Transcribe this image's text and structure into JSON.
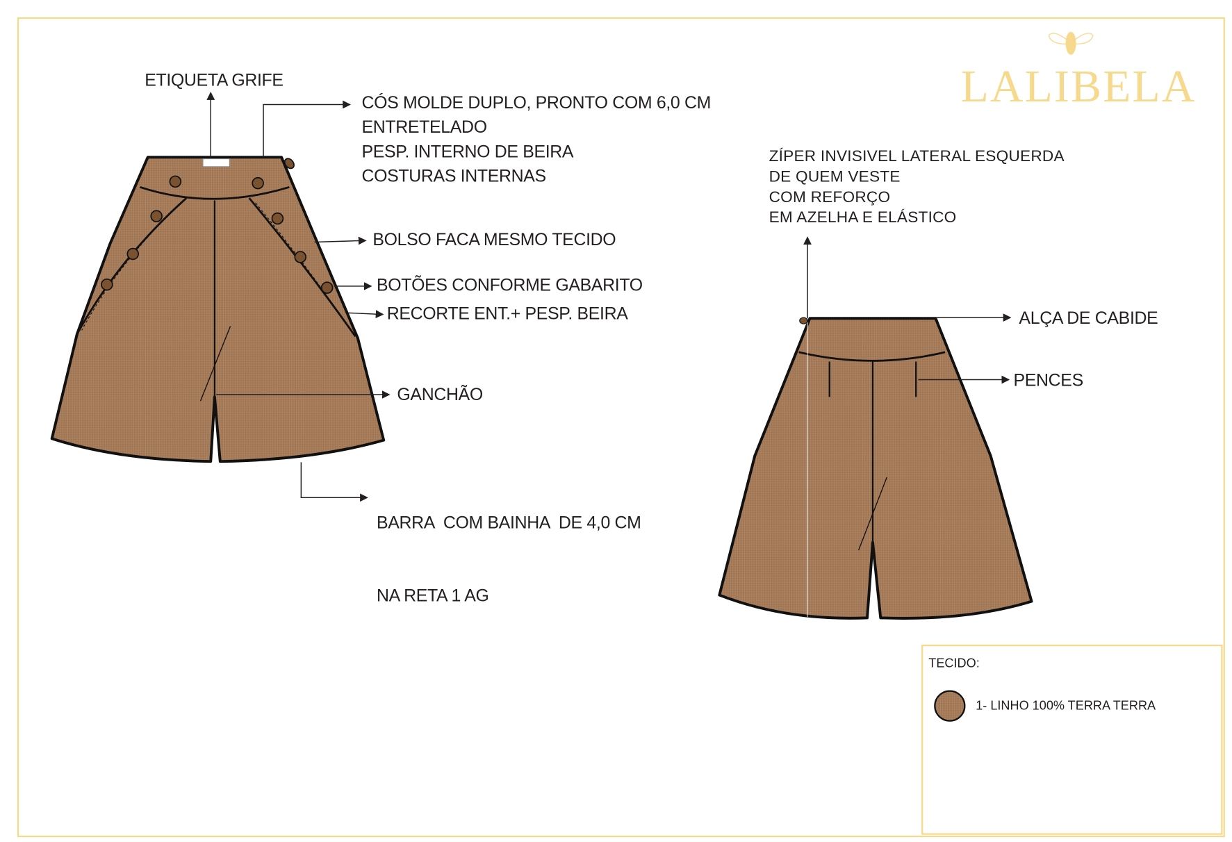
{
  "brand": {
    "name": "LALIBELA",
    "icon": "bee-icon"
  },
  "front_labels": {
    "etiqueta": "ETIQUETA GRIFE",
    "cos": [
      "CÓS MOLDE DUPLO, PRONTO COM 6,0 CM",
      "ENTRETELADO",
      "PESP. INTERNO DE BEIRA",
      "COSTURAS INTERNAS"
    ],
    "bolso": "BOLSO FACA MESMO TECIDO",
    "botoes": "BOTÕES CONFORME GABARITO",
    "recorte": "RECORTE ENT.+ PESP. BEIRA",
    "ganchao": "GANCHÃO",
    "barra": [
      "BARRA  COM BAINHA  DE 4,0 CM",
      "NA RETA 1 AG"
    ]
  },
  "back_labels": {
    "ziper": [
      "ZÍPER INVISIVEL LATERAL ESQUERDA",
      "DE QUEM VESTE",
      "COM REFORÇO",
      "EM AZELHA E ELÁSTICO"
    ],
    "alca": "ALÇA DE CABIDE",
    "pences": "PENCES"
  },
  "fabric": {
    "title": "TECIDO:",
    "items": [
      {
        "label": "1- LINHO 100% TERRA TERRA",
        "color": "#a47a58"
      }
    ]
  },
  "colors": {
    "accent": "#f6d98c",
    "fabric": "#a47a58",
    "button": "#7a5230"
  }
}
